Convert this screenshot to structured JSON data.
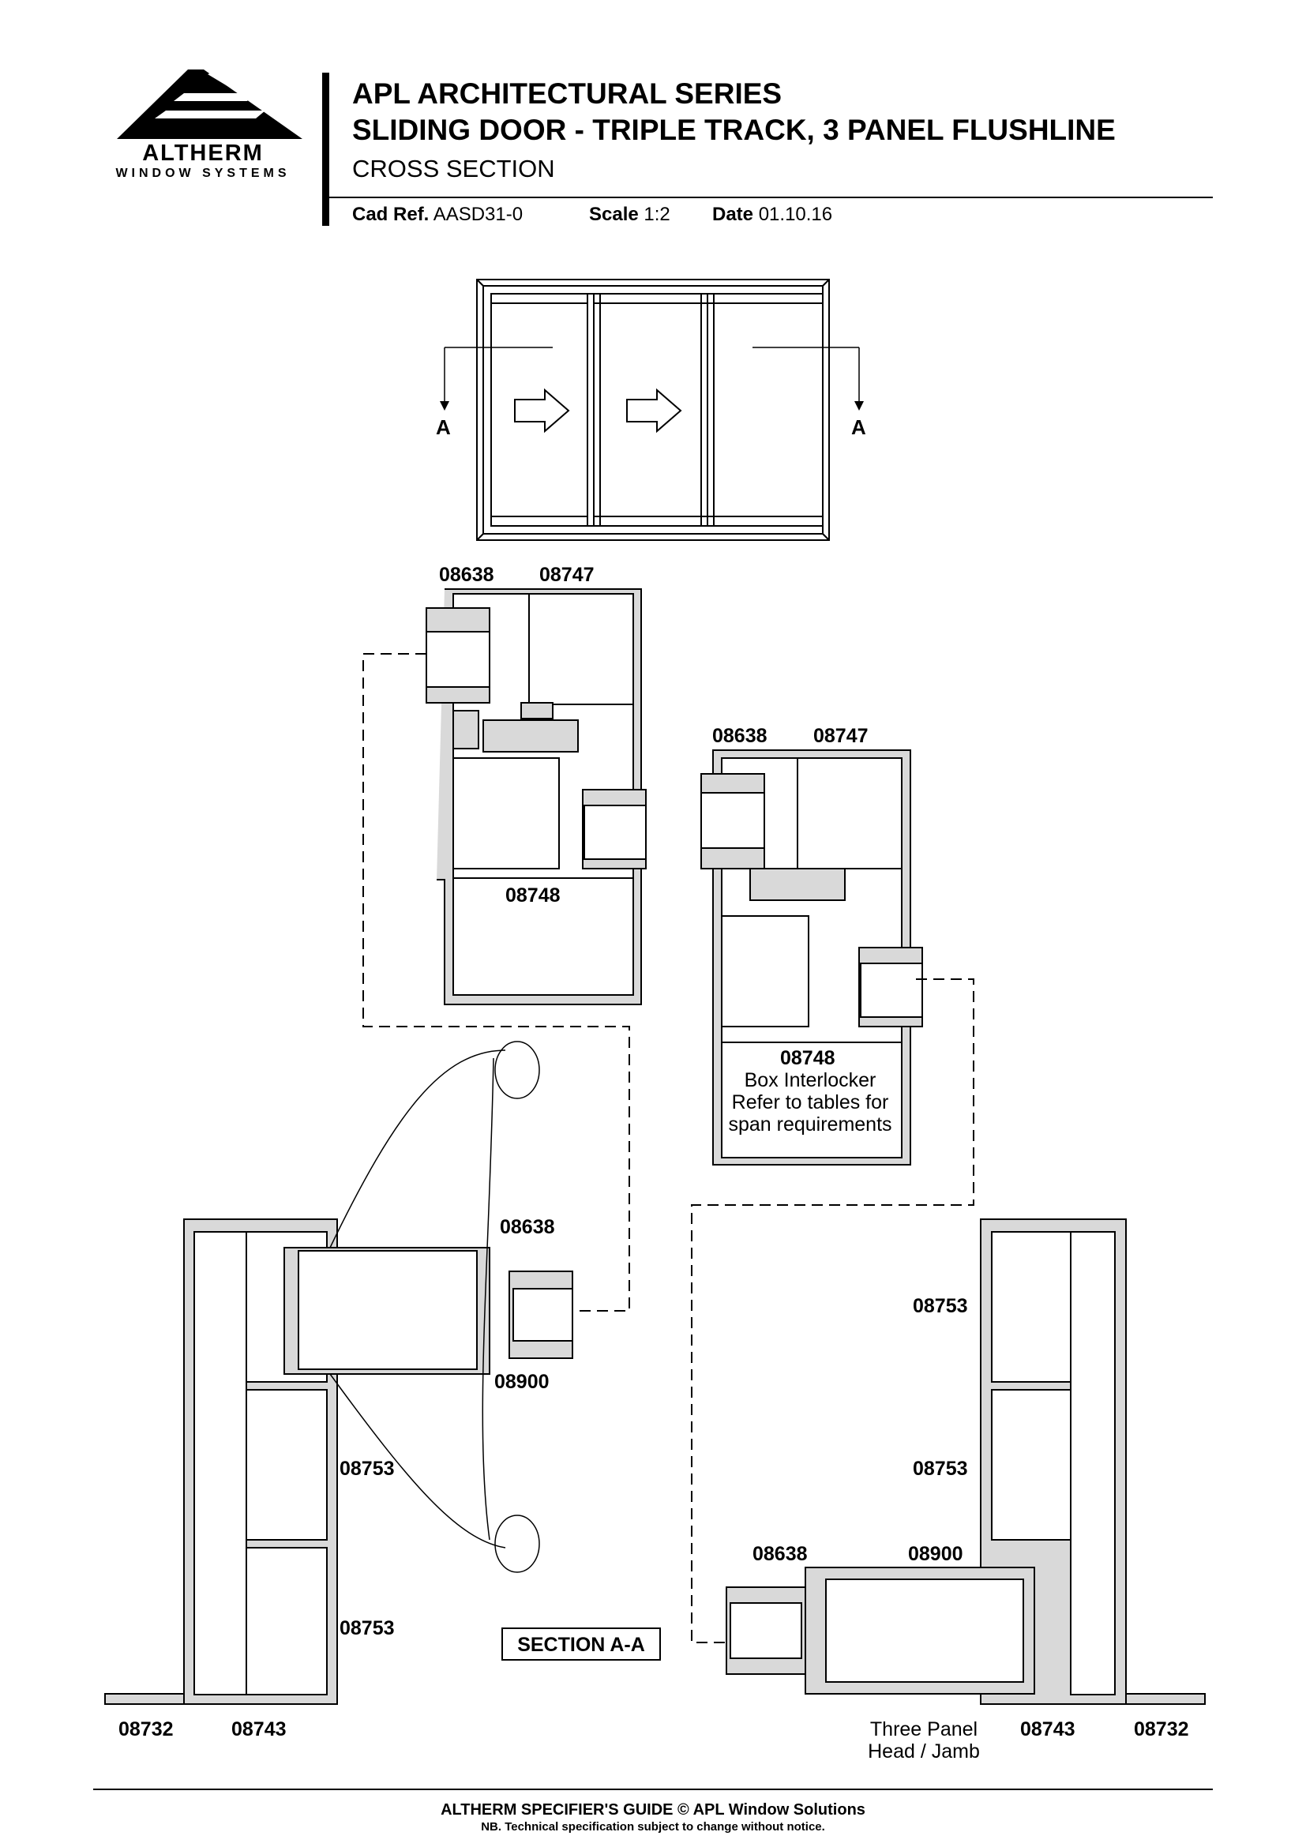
{
  "brand": {
    "name": "ALTHERM",
    "tagline": "WINDOW SYSTEMS"
  },
  "header": {
    "line1": "APL ARCHITECTURAL SERIES",
    "line2": "SLIDING DOOR - TRIPLE TRACK, 3 PANEL FLUSHLINE",
    "line3": "CROSS SECTION",
    "cad_ref_label": "Cad Ref.",
    "cad_ref_value": "AASD31-0",
    "scale_label": "Scale",
    "scale_value": "1:2",
    "date_label": "Date",
    "date_value": "01.10.16"
  },
  "elevation": {
    "section_marker_left": "A",
    "section_marker_right": "A"
  },
  "labels": {
    "top_left_a": "08638",
    "top_left_b": "08747",
    "top_left_c": "08748",
    "mid_right_a": "08638",
    "mid_right_b": "08747",
    "mid_right_c": "08748",
    "box_note_1": "Box Interlocker",
    "box_note_2": "Refer to tables for",
    "box_note_3": "span requirements",
    "lower_left_a": "08638",
    "lower_left_b": "08900",
    "lower_left_c": "08753",
    "lower_left_d": "08753",
    "lower_left_e": "08732",
    "lower_left_f": "08743",
    "lower_right_a": "08753",
    "lower_right_b": "08753",
    "lower_right_c": "08638",
    "lower_right_d": "08900",
    "lower_right_e": "08743",
    "lower_right_f": "08732",
    "three_panel_1": "Three Panel",
    "three_panel_2": "Head / Jamb",
    "section_title": "SECTION A-A"
  },
  "footer": {
    "line1": "ALTHERM SPECIFIER'S GUIDE  © APL Window Solutions",
    "line2": "NB. Technical specification subject to change without notice."
  }
}
